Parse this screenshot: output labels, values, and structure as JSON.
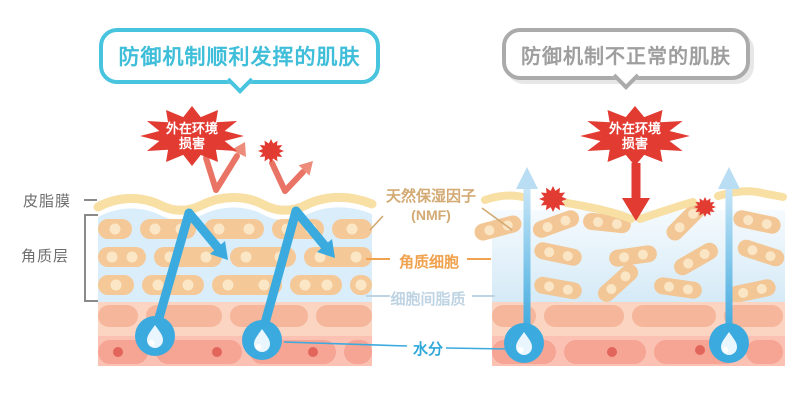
{
  "titles": {
    "left": "防御机制顺利发挥的肌肤",
    "right": "防御机制不正常的肌肤"
  },
  "starburst": {
    "line1": "外在环境",
    "line2": "损害"
  },
  "side_labels": {
    "sebum_film": "皮脂膜",
    "stratum_corneum": "角质层"
  },
  "center_labels": {
    "nmf": "天然保湿因子",
    "nmf_abbr": "(NMF)",
    "corneocyte": "角质细胞",
    "intercellular_lipid": "细胞间脂质",
    "moisture": "水分"
  },
  "colors": {
    "title_cyan": "#3FBEDA",
    "title_gray": "#9E9E9E",
    "accent_cyan": "#3BAADF",
    "damage_red": "#E23B32",
    "bounce_coral": "#E97466",
    "sebum_cream": "#F8DFA4",
    "corneocyte_tan": "#F2C695",
    "lipid_background_blue": "#D9EDFA",
    "nmf_label_tan": "#D3AA74",
    "corneocyte_label_orange": "#F0A24E",
    "lipid_label_blue": "#BFD4E3",
    "moisture_label_cyan": "#2FA8DA"
  }
}
